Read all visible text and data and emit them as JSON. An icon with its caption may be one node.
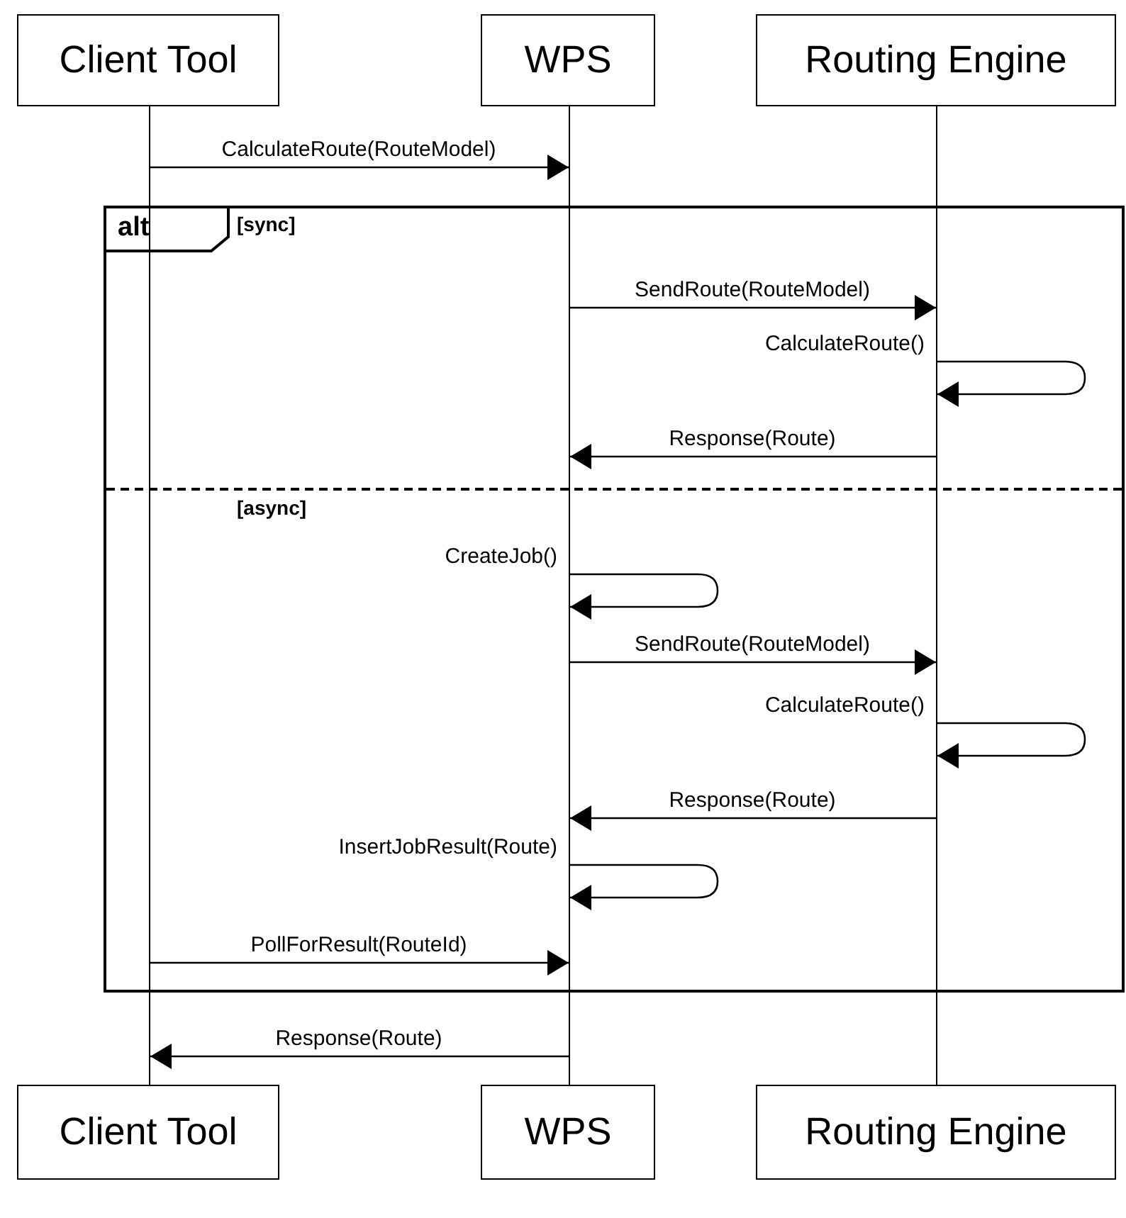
{
  "diagram": {
    "nodes": [
      {
        "text": [
          "Client Tool"
        ]
      },
      {
        "text": [
          "WPS"
        ]
      },
      {
        "text": [
          "Routing Engine"
        ]
      },
      {
        "text": [],
        "shape": "bar"
      },
      {
        "text": [],
        "shape": "bar"
      },
      {
        "text": [],
        "shape": "bar"
      },
      {
        "text": [
          "Client Tool"
        ]
      },
      {
        "text": [
          "WPS"
        ]
      },
      {
        "text": [
          "Routing Engine"
        ]
      }
    ],
    "edges": [
      {
        "from": 3,
        "to": 4,
        "arrow": "to",
        "label": "CalculateRoute(RouteModel)"
      },
      {
        "from": 4,
        "to": 5,
        "arrow": "to",
        "label": "SendRoute(RouteModel)"
      },
      {
        "from": 5,
        "to": 5,
        "arrow": "to",
        "label": "CalculateRoute()"
      },
      {
        "from": 5,
        "to": 4,
        "arrow": "to",
        "label": "Response(Route)"
      },
      {
        "from": 4,
        "to": 4,
        "arrow": "to",
        "label": "CreateJob()"
      },
      {
        "from": 4,
        "to": 5,
        "arrow": "to",
        "label": "SendRoute(RouteModel)"
      },
      {
        "from": 5,
        "to": 5,
        "arrow": "to",
        "label": "CalculateRoute()"
      },
      {
        "from": 5,
        "to": 4,
        "arrow": "to",
        "label": "Response(Route)"
      },
      {
        "from": 4,
        "to": 4,
        "arrow": "to",
        "label": "InsertJobResult(Route)"
      },
      {
        "from": 3,
        "to": 4,
        "arrow": "to",
        "label": "PollForResult(RouteId)"
      },
      {
        "from": 4,
        "to": 3,
        "arrow": "to",
        "label": "Response(Route)"
      }
    ],
    "labels": [
      "alt",
      "[sync]",
      "[async]"
    ]
  }
}
